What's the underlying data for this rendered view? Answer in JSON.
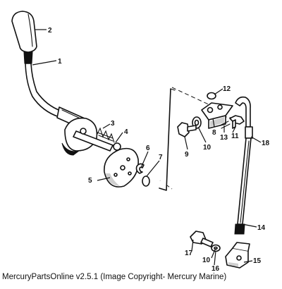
{
  "diagram": {
    "callouts": {
      "c1": "1",
      "c2": "2",
      "c3": "3",
      "c4": "4",
      "c5": "5",
      "c6": "6",
      "c7": "7",
      "c8": "8",
      "c9": "9",
      "c10a": "10",
      "c10b": "10",
      "c11": "11",
      "c12": "12",
      "c13": "13",
      "c14": "14",
      "c15": "15",
      "c16": "16",
      "c17": "17",
      "c18": "18"
    }
  },
  "footer": {
    "caption": "MercuryPartsOnline v2.5.1 (Image Copyright- Mercury Marine)"
  }
}
